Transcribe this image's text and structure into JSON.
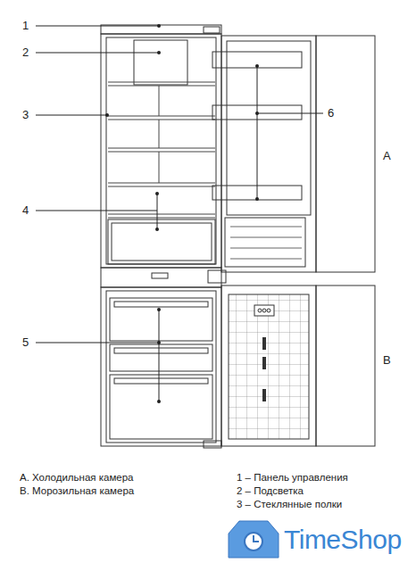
{
  "diagram": {
    "labels": [
      "1",
      "2",
      "3",
      "4",
      "5",
      "6",
      "A",
      "B",
      "A. Холодильная камера",
      "B. Морозильная камера",
      "1 – Панель управления",
      "2 – Подсветка",
      "3 – Стеклянные полки",
      "TimeShop"
    ]
  }
}
